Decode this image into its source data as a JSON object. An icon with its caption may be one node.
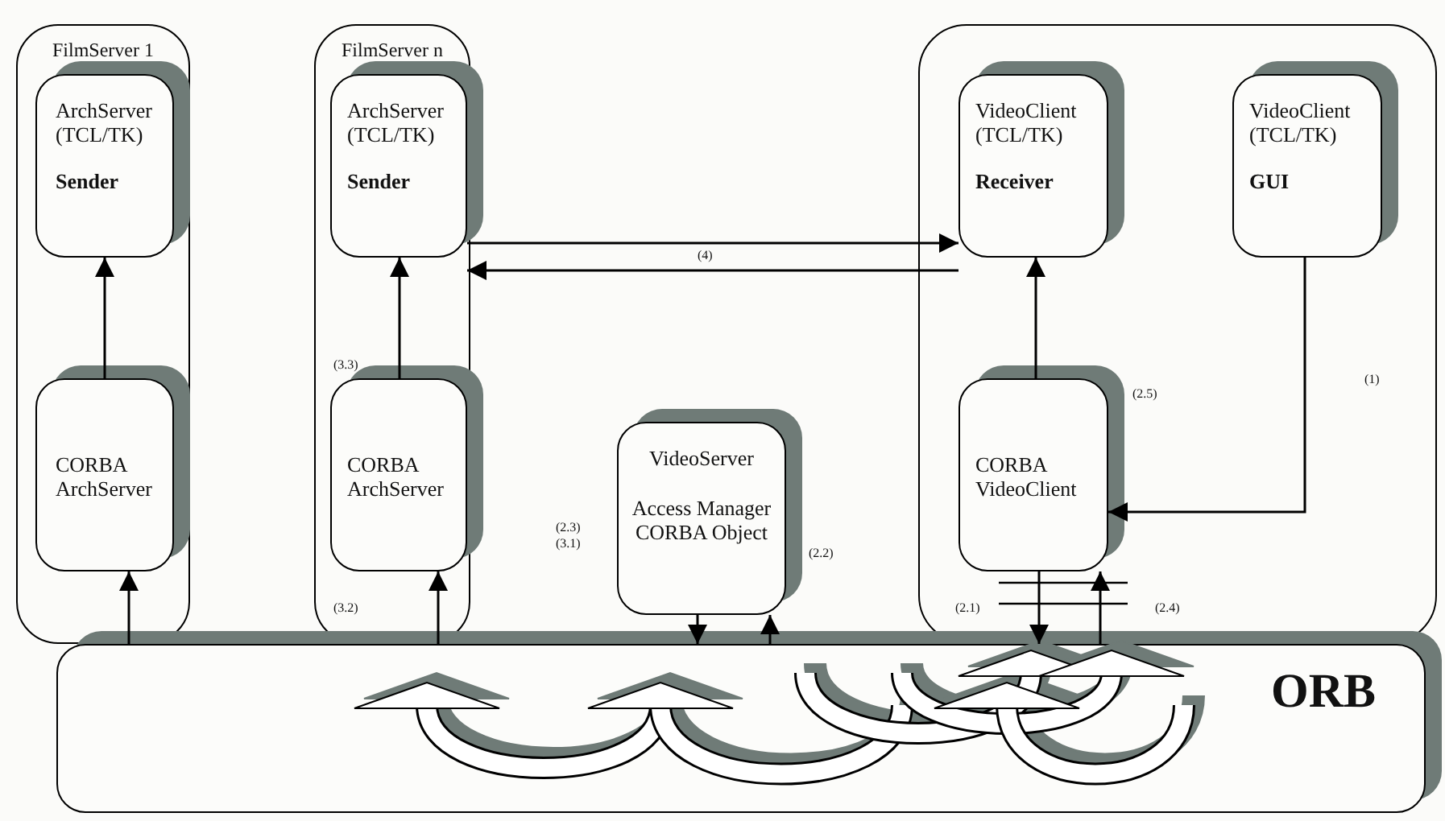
{
  "diagram": {
    "nodes": [
      {
        "text": [
          "FilmServer 1"
        ]
      },
      {
        "text": [
          "ArchServer (TCL/TK)",
          "Sender"
        ],
        "in": 0
      },
      {
        "text": [
          "CORBA ArchServer"
        ],
        "in": 0
      },
      {
        "text": [
          "FilmServer n"
        ]
      },
      {
        "text": [
          "ArchServer (TCL/TK)",
          "Sender"
        ],
        "in": 3
      },
      {
        "text": [
          "CORBA ArchServer"
        ],
        "in": 3
      },
      {
        "text": [
          "VideoServer",
          "Access Manager CORBA Object"
        ]
      },
      {
        "text": [],
        "shape": "box"
      },
      {
        "text": [
          "VideoClient (TCL/TK)",
          "Receiver"
        ],
        "in": 7
      },
      {
        "text": [
          "VideoClient (TCL/TK)",
          "GUI"
        ],
        "in": 7
      },
      {
        "text": [
          "CORBA VideoClient"
        ],
        "in": 7
      },
      {
        "text": [
          "ORB"
        ]
      }
    ],
    "edges": [
      {
        "from": 2,
        "to": 1,
        "arrow": "to"
      },
      {
        "from": 11,
        "to": 2,
        "arrow": "to"
      },
      {
        "from": 5,
        "to": 4,
        "arrow": "to"
      },
      {
        "from": 11,
        "to": 5,
        "arrow": "to"
      },
      {
        "from": 6,
        "to": 11,
        "arrow": "to"
      },
      {
        "from": 11,
        "to": 6,
        "arrow": "to"
      },
      {
        "from": 4,
        "to": 8,
        "arrow": "to"
      },
      {
        "from": 8,
        "to": 4,
        "arrow": "to"
      },
      {
        "from": 10,
        "to": 8,
        "arrow": "to"
      },
      {
        "from": 9,
        "to": 10,
        "arrow": "to"
      },
      {
        "from": 10,
        "to": 11,
        "arrow": "to"
      },
      {
        "from": 11,
        "to": 10,
        "arrow": "to"
      }
    ],
    "labels": [
      "(4)",
      "(3.3)",
      "(1)",
      "(2.5)",
      "(2.3)",
      "(3.1)",
      "(2.2)",
      "(3.2)",
      "(2.1)",
      "(2.4)"
    ]
  }
}
